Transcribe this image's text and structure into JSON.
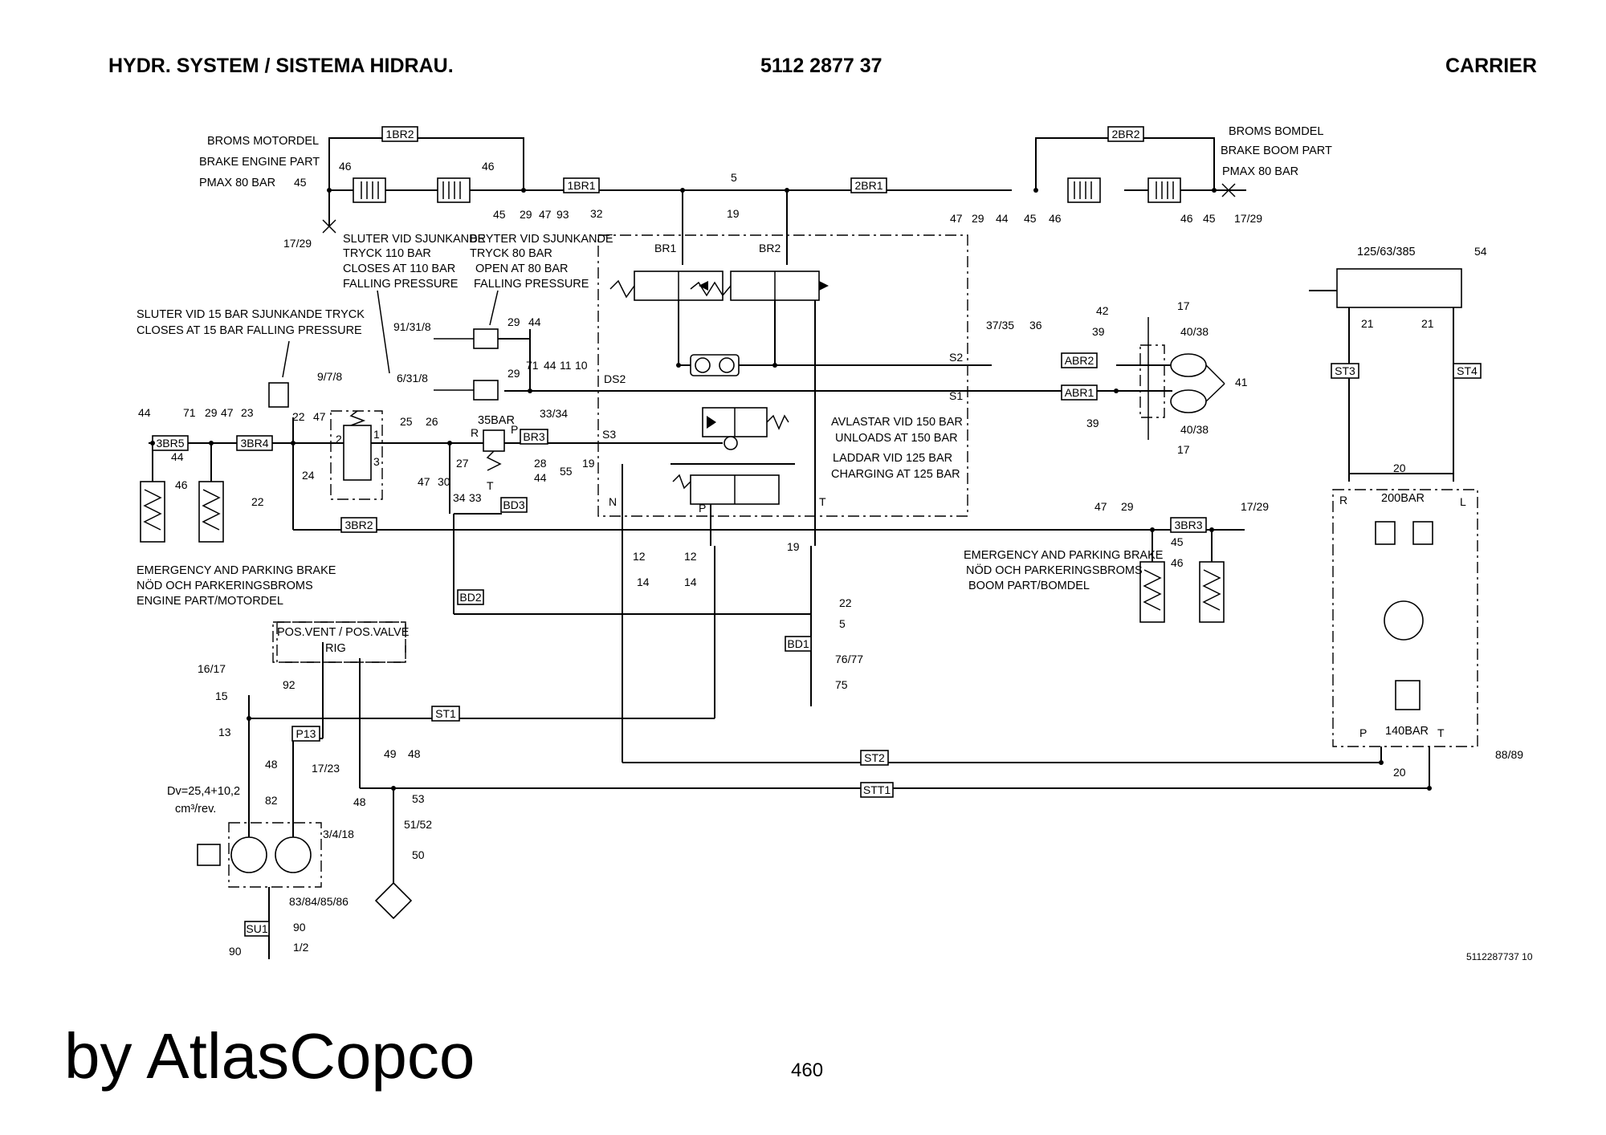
{
  "header": {
    "left": "HYDR. SYSTEM / SISTEMA HIDRAU.",
    "center": "5112 2877 37",
    "right": "CARRIER"
  },
  "annotations": {
    "brake_engine": [
      "BROMS MOTORDEL",
      "BRAKE ENGINE PART",
      "PMAX 80 BAR"
    ],
    "brake_boom": [
      "BROMS BOMDEL",
      "BRAKE BOOM PART",
      "PMAX 80 BAR"
    ],
    "switch_110": [
      "SLUTER VID SJUNKANDE",
      "TRYCK 110 BAR",
      "CLOSES AT 110 BAR",
      "FALLING PRESSURE"
    ],
    "switch_80": [
      "BRYTER VID SJUNKANDE",
      "TRYCK 80 BAR",
      "OPEN AT 80 BAR",
      "FALLING PRESSURE"
    ],
    "switch_15": [
      "SLUTER VID 15 BAR SJUNKANDE TRYCK",
      "CLOSES AT 15 BAR FALLING PRESSURE"
    ],
    "unloader": [
      "AVLASTAR VID 150 BAR",
      "UNLOADS AT 150 BAR",
      "LADDAR VID 125 BAR",
      "CHARGING AT 125 BAR"
    ],
    "park_engine": [
      "EMERGENCY AND PARKING BRAKE",
      "NÖD OCH PARKERINGSBROMS",
      "ENGINE PART/MOTORDEL"
    ],
    "park_boom": [
      "EMERGENCY AND PARKING BRAKE",
      "NÖD OCH PARKERINGSBROMS",
      "BOOM PART/BOMDEL"
    ],
    "pos_valve": [
      "POS.VENT / POS.VALVE",
      "RIG"
    ],
    "pump": [
      "Dv=25,4+10,2",
      "cm³/rev."
    ],
    "cylinder": "125/63/385",
    "relief_200": "200BAR",
    "relief_140": "140BAR",
    "relief_35": "35BAR"
  },
  "tags": [
    "1BR2",
    "2BR2",
    "1BR1",
    "2BR1",
    "3BR5",
    "3BR4",
    "BR3",
    "BD3",
    "3BR2",
    "BD2",
    "BD1",
    "ABR2",
    "ABR1",
    "3BR3",
    "ST3",
    "ST4",
    "P13",
    "ST1",
    "ST2",
    "STT1",
    "SU1"
  ],
  "valve_labels": [
    "BR1",
    "BR2",
    "DS2",
    "S2",
    "S1",
    "S3",
    "N",
    "P",
    "T",
    "R",
    "L",
    "P",
    "T",
    "R",
    "P",
    "T"
  ],
  "numbers": {
    "top_left": [
      "46",
      "46",
      "45",
      "45",
      "29",
      "47",
      "93",
      "17/29",
      "5",
      "19",
      "32"
    ],
    "top_right": [
      "47",
      "29",
      "44",
      "45",
      "46",
      "46",
      "45",
      "17/29"
    ],
    "middle": [
      "91/31/8",
      "29",
      "44",
      "6/31/8",
      "29",
      "71",
      "44",
      "11",
      "10",
      "9/7/8",
      "44",
      "71",
      "29",
      "47",
      "23",
      "22",
      "47",
      "25",
      "26",
      "33/34",
      "2",
      "1",
      "3",
      "24",
      "27",
      "28",
      "44",
      "55",
      "19",
      "47",
      "30",
      "34",
      "33",
      "44",
      "46",
      "22",
      "37/35",
      "36",
      "39",
      "42",
      "17",
      "40/38",
      "41",
      "39",
      "40/38",
      "17",
      "54",
      "21",
      "21",
      "20",
      "47",
      "29",
      "45",
      "46",
      "17/29",
      "12",
      "14",
      "12",
      "14",
      "19",
      "22",
      "5",
      "76/77",
      "75"
    ],
    "bottom": [
      "16/17",
      "15",
      "92",
      "13",
      "48",
      "17/23",
      "82",
      "3/4/18",
      "49",
      "48",
      "48",
      "53",
      "51/52",
      "50",
      "83/84/85/86",
      "90",
      "1/2",
      "90",
      "88/89",
      "20"
    ]
  },
  "doc_ref": "5112287737 10",
  "footer": "by AtlasCopco",
  "page_number": "460"
}
